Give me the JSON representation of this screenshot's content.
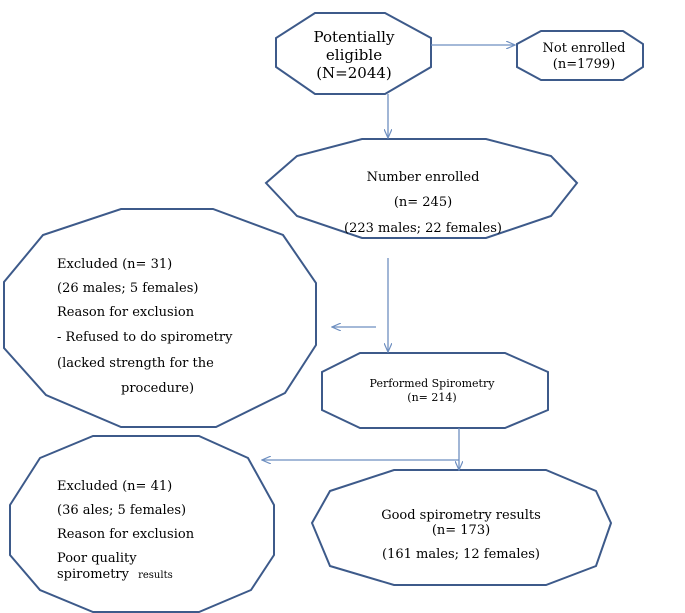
{
  "colors": {
    "stroke": "#3d5a8a",
    "arrow": "#6e8fc0",
    "fill": "#ffffff",
    "text": "#000000"
  },
  "nodes": {
    "eligible": {
      "lines": [
        "Potentially",
        "eligible",
        "(N=2044)"
      ]
    },
    "not_enrolled": {
      "lines": [
        "Not enrolled",
        "(n=1799)"
      ]
    },
    "enrolled": {
      "lines": [
        "Number enrolled",
        "(n= 245)",
        "(223 males; 22 females)"
      ]
    },
    "excluded1": {
      "lines": [
        "Excluded (n= 31)",
        "(26 males; 5 females)",
        "Reason for exclusion",
        "- Refused to do spirometry",
        "(lacked strength for the",
        "procedure)"
      ]
    },
    "performed": {
      "lines": [
        "Performed Spirometry",
        "(n= 214)"
      ]
    },
    "excluded2": {
      "lines": [
        "Excluded (n= 41)",
        "(36 ales; 5 females)",
        "Reason for exclusion",
        "Poor quality",
        "spirometry",
        "results"
      ]
    },
    "good": {
      "lines": [
        "Good spirometry results",
        "(n= 173)",
        "(161 males; 12 females)"
      ]
    }
  }
}
